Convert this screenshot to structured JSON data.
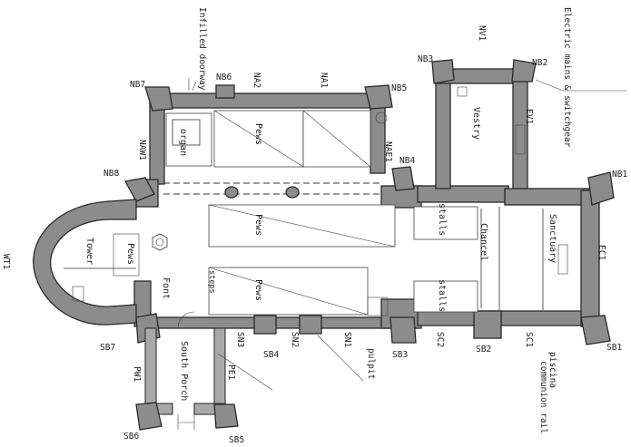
{
  "rooms": {
    "tower": "Tower",
    "organ": "organ",
    "pews_north": "Pews",
    "pews_centre": "Pews",
    "pews_south": "Pews",
    "pews_tower": "Pews",
    "font": "Font",
    "south_porch": "South Porch",
    "vestry": "Vestry",
    "chancel": "Chancel",
    "sanctuary": "Sanctuary",
    "stalls_north": "stalls",
    "stalls_south": "stalls",
    "steps": "steps"
  },
  "annotations": {
    "infilled_doorway": "Infilled doorway",
    "electric_mains": "Electric mains & switchgear",
    "pulpit": "pulpit",
    "piscina": "piscina",
    "communion_rail": "communion rail"
  },
  "markers": {
    "NB1": "NB1",
    "NB2": "NB2",
    "NB3": "NB3",
    "NB4": "NB4",
    "NB5": "NB5",
    "NB6": "NB6",
    "NB7": "NB7",
    "NB8": "NB8",
    "NA1": "NA1",
    "NA2": "NA2",
    "NAE1": "NAE1",
    "NAW1": "NAW1",
    "NV1": "NV1",
    "EV1": "EV1",
    "EC1": "EC1",
    "WT1": "WT1",
    "SB1": "SB1",
    "SB2": "SB2",
    "SB3": "SB3",
    "SB4": "SB4",
    "SB5": "SB5",
    "SB6": "SB6",
    "SB7": "SB7",
    "SC1": "SC1",
    "SC2": "SC2",
    "SN1": "SN1",
    "SN2": "SN2",
    "SN3": "SN3",
    "PW1": "PW1",
    "PE1": "PE1"
  }
}
